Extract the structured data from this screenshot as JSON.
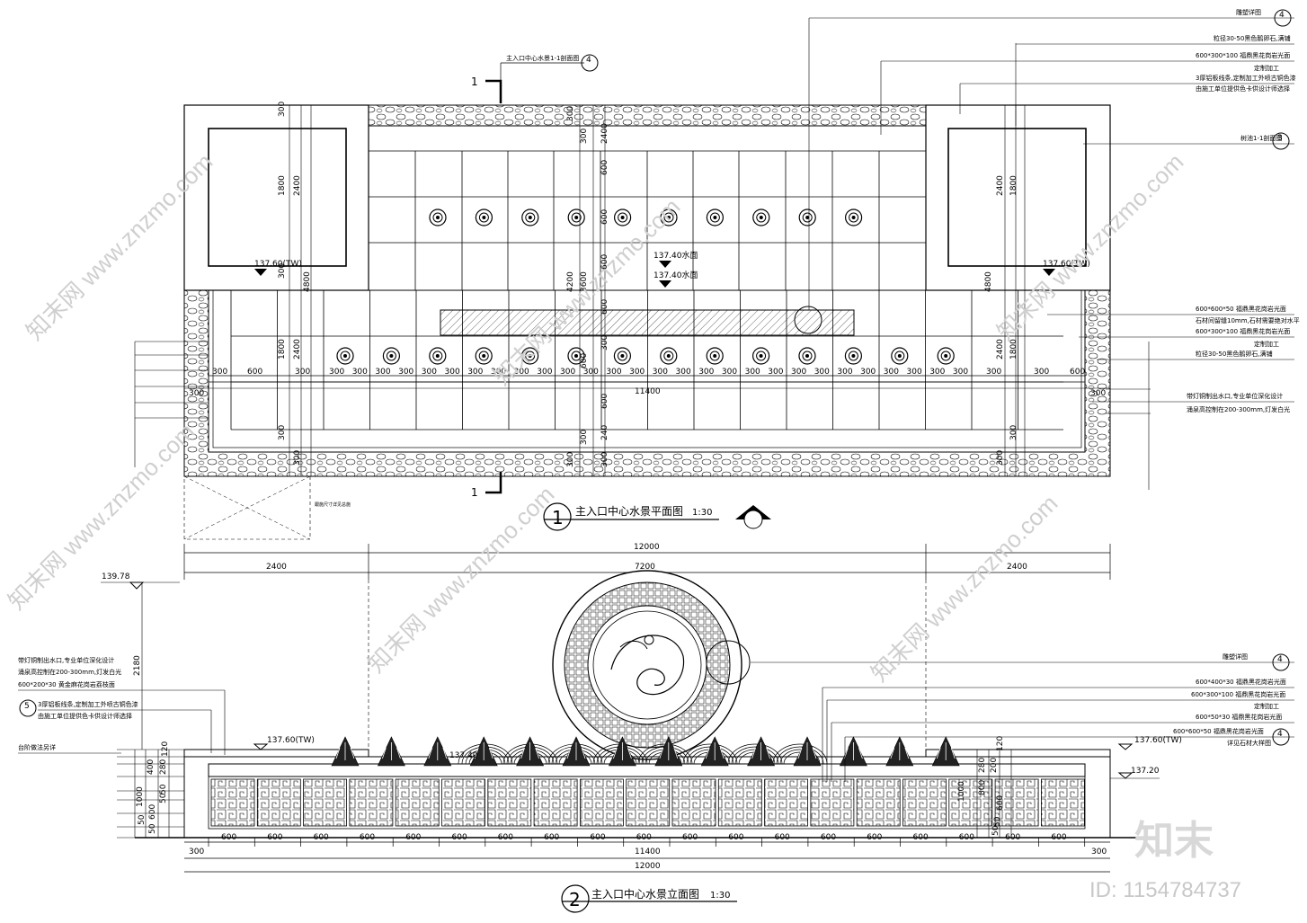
{
  "plan": {
    "title": "主入口中心水景平面图",
    "scale": "1:30",
    "circle_no": "1",
    "section_mark": "1",
    "label_section": "主入口中心水景1-1剖面图",
    "level_left": "137.60(TW)",
    "level_right": "137.60(TW)",
    "water_1": "137.40水面",
    "water_2": "137.40水面",
    "total_dim": "11400",
    "dims": [
      "300",
      "600",
      "300",
      "300",
      "300",
      "300",
      "300",
      "300",
      "300",
      "300",
      "300",
      "300",
      "300",
      "300",
      "300",
      "300",
      "300",
      "300",
      "300",
      "300",
      "300",
      "300",
      "300",
      "300",
      "300",
      "300",
      "300",
      "300",
      "300",
      "300",
      "300",
      "300",
      "300",
      "600",
      "300"
    ],
    "vdims_left": [
      "300",
      "1800",
      "2400",
      "300",
      "4800",
      "1800",
      "2400",
      "300",
      "300"
    ],
    "vdims_center": [
      "300",
      "300",
      "2400",
      "600",
      "600",
      "600",
      "4200",
      "3600",
      "600",
      "300",
      "600",
      "600",
      "300",
      "240",
      "300",
      "300"
    ],
    "vdims_right": [
      "2400",
      "1800",
      "4800",
      "1800",
      "2400",
      "300",
      "300"
    ],
    "ann_right": [
      "雕塑详图",
      "粒径30-50黑色鹅卵石,满铺",
      "600*300*100  福鼎黑花岗岩光面",
      "定制加工",
      "3厚铝板线条,定制加工外喷古铜色漆",
      "由施工单位提供色卡供设计师选择",
      "树池1-1剖面图",
      "600*600*50  福鼎黑花岗岩光面",
      "石材间留缝10mm,石材需要绝对水平",
      "600*300*100  福鼎黑花岗岩光面",
      "定制加工",
      "粒径30-50黑色鹅卵石,满铺",
      "带灯铜制出水口,专业单位深化设计",
      "涌泉高控制在200-300mm,灯发白光"
    ],
    "circ_ann": [
      "4",
      "3"
    ],
    "note_small": "跟施尺寸详见总施"
  },
  "elev": {
    "title": "主入口中心水景立面图",
    "scale": "1:30",
    "circle_no": "2",
    "top_total": "12000",
    "top_dims": [
      "2400",
      "7200",
      "2400"
    ],
    "level_top": "139.78",
    "h_2180": "2180",
    "level_tw_l": "137.60(TW)",
    "level_140": "137.40",
    "level_tw_r": "137.60(TW)",
    "level_r2": "137.20",
    "left_vd": [
      "120",
      "400",
      "280",
      "1000",
      "50",
      "50",
      "600",
      "50",
      "50"
    ],
    "right_vd": [
      "120",
      "280",
      "1000",
      "600",
      "50",
      "50",
      "800",
      "200"
    ],
    "ann_left": [
      "带灯铜制出水口,专业单位深化设计",
      "涌泉高控制在200-300mm,灯发白光",
      "600*200*30  黄金麻花岗岩荔枝面",
      "3厚铝板线条,定制加工外喷古铜色漆",
      "由施工单位提供色卡供设计师选择",
      "台阶做法另详"
    ],
    "ann_right": [
      "雕塑详图",
      "600*400*30  福鼎黑花岗岩光面",
      "600*300*100  福鼎黑花岗岩光面",
      "定制加工",
      "600*50*30  福鼎黑花岗岩光面",
      "600*600*50  福鼎黑花岗岩光面",
      "详见石材大样图"
    ],
    "circ_ann_left": "5",
    "circ_ann_right": [
      "4",
      "4"
    ],
    "bottom_dims": [
      "300",
      "600",
      "600",
      "600",
      "600",
      "600",
      "600",
      "600",
      "600",
      "600",
      "600",
      "600",
      "600",
      "600",
      "600",
      "600",
      "600",
      "600",
      "600",
      "600",
      "300"
    ],
    "bottom_11400": "11400",
    "bottom_12000": "12000"
  },
  "branding": {
    "logo": "知末",
    "id_text": "ID: 1154784737",
    "watermark": "知末网 www.znzmo.com"
  }
}
